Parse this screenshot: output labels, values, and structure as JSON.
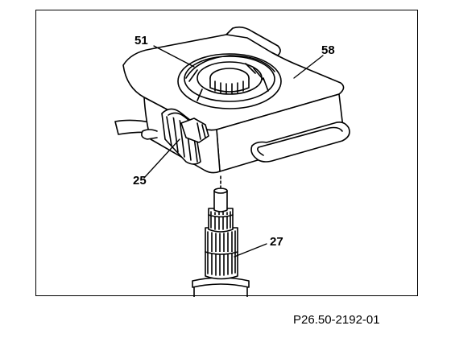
{
  "figure": {
    "id": "P26.50-2192-01",
    "callouts": {
      "label_51": "51",
      "label_58": "58",
      "label_25": "25",
      "label_27": "27"
    }
  }
}
